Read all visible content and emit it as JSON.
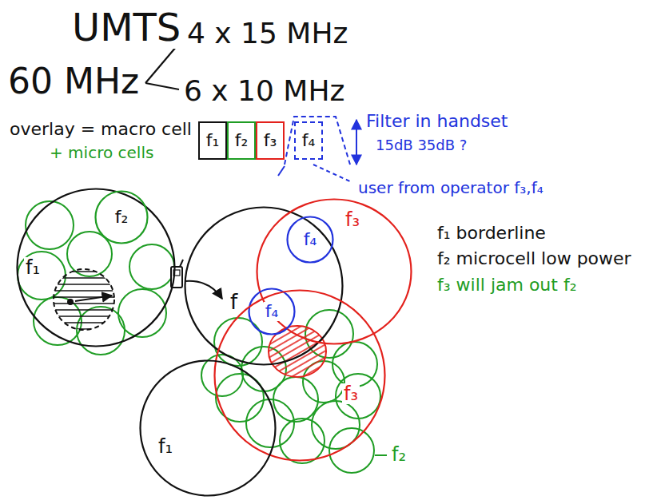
{
  "diagram": {
    "title": "UMTS",
    "nodes": [
      {
        "text": [
          "f₁"
        ]
      },
      {
        "text": [
          "f₂"
        ]
      },
      {
        "text": [
          "f₃"
        ]
      },
      {
        "text": [
          "f₄"
        ]
      },
      {
        "text": [
          "f₁"
        ]
      },
      {
        "text": [
          "f₂"
        ],
        "in": 4
      },
      {
        "text": [
          "f"
        ]
      },
      {
        "text": [
          "f₃"
        ]
      },
      {
        "text": [
          "f₄"
        ],
        "in": 7
      },
      {
        "text": [
          "f₄"
        ]
      },
      {
        "text": [
          "f₃"
        ]
      },
      {
        "text": [
          "f₁"
        ]
      }
    ],
    "labels": [
      "60 MHz",
      "4 x 15 MHz",
      "6 x 10 MHz",
      "overlay = macro cell",
      "+ micro cells",
      "Filter in handset",
      "15dB 35dB ?",
      "user from operator f₃,f₄",
      "f₁ borderline",
      "f₂ microcell low power",
      "f₃ will jam out f₂",
      "f₂"
    ]
  }
}
